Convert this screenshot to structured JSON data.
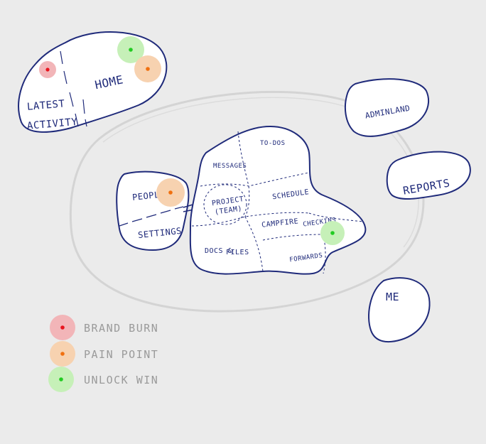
{
  "colors": {
    "background": "#ebebeb",
    "ink": "#1f2a7a",
    "blob_fill": "#ffffff",
    "ring": "#d4d4d4",
    "legend_text": "#9a9a9a",
    "brand_burn": "#e8141e",
    "brand_burn_halo": "#f2b5b8",
    "pain_point": "#f07010",
    "pain_point_halo": "#f7d2b0",
    "unlock_win": "#22cc22",
    "unlock_win_halo": "#c6f0b8"
  },
  "areas": {
    "home": "HOME",
    "latest_activity_line1": "LATEST",
    "latest_activity_line2": "ACTIVITY",
    "adminland": "ADMINLAND",
    "reports": "REPORTS",
    "me": "ME",
    "people": "PEOPLE",
    "settings": "SETTINGS",
    "messages": "MESSAGES",
    "todos": "TO-DOS",
    "project_team_line1": "PROJECT",
    "project_team_line2": "(TEAM)",
    "schedule": "SCHEDULE",
    "campfire": "CAMPFIRE",
    "checkins": "CHECKINS",
    "docs_files_line1": "DOCS &",
    "docs_files_line2": "FILES",
    "forwards": "FORWARDS"
  },
  "legend": [
    {
      "label": "BRAND BURN",
      "color": "brand_burn"
    },
    {
      "label": "PAIN POINT",
      "color": "pain_point"
    },
    {
      "label": "UNLOCK WIN",
      "color": "unlock_win"
    }
  ]
}
